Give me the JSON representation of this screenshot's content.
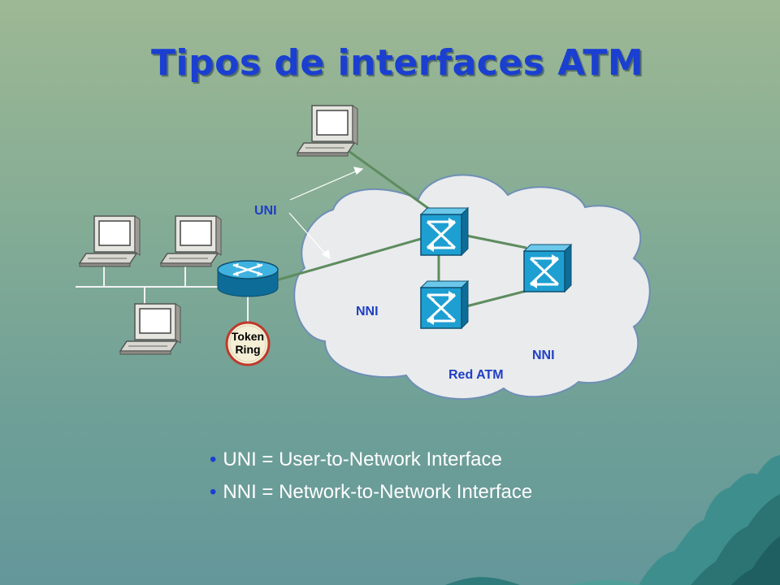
{
  "slide": {
    "title": "Tipos de interfaces ATM",
    "diagram": {
      "labels": {
        "uni": "UNI",
        "nni_left": "NNI",
        "nni_right": "NNI",
        "network": "Red ATM",
        "token_ring_line1": "Token",
        "token_ring_line2": "Ring"
      },
      "icons": [
        "computer-icon",
        "router-icon",
        "atm-switch-icon",
        "token-ring-icon",
        "cloud-icon"
      ]
    },
    "bullets": [
      "UNI = User-to-Network Interface",
      "NNI = Network-to-Network Interface"
    ],
    "colors": {
      "title": "#1a3fd1",
      "labels": "#1f3fc4",
      "cloud": "#e9ebed",
      "switch": "#1e9fd2",
      "link": "#5e8c5e",
      "bullet_text": "#ffffff"
    }
  }
}
